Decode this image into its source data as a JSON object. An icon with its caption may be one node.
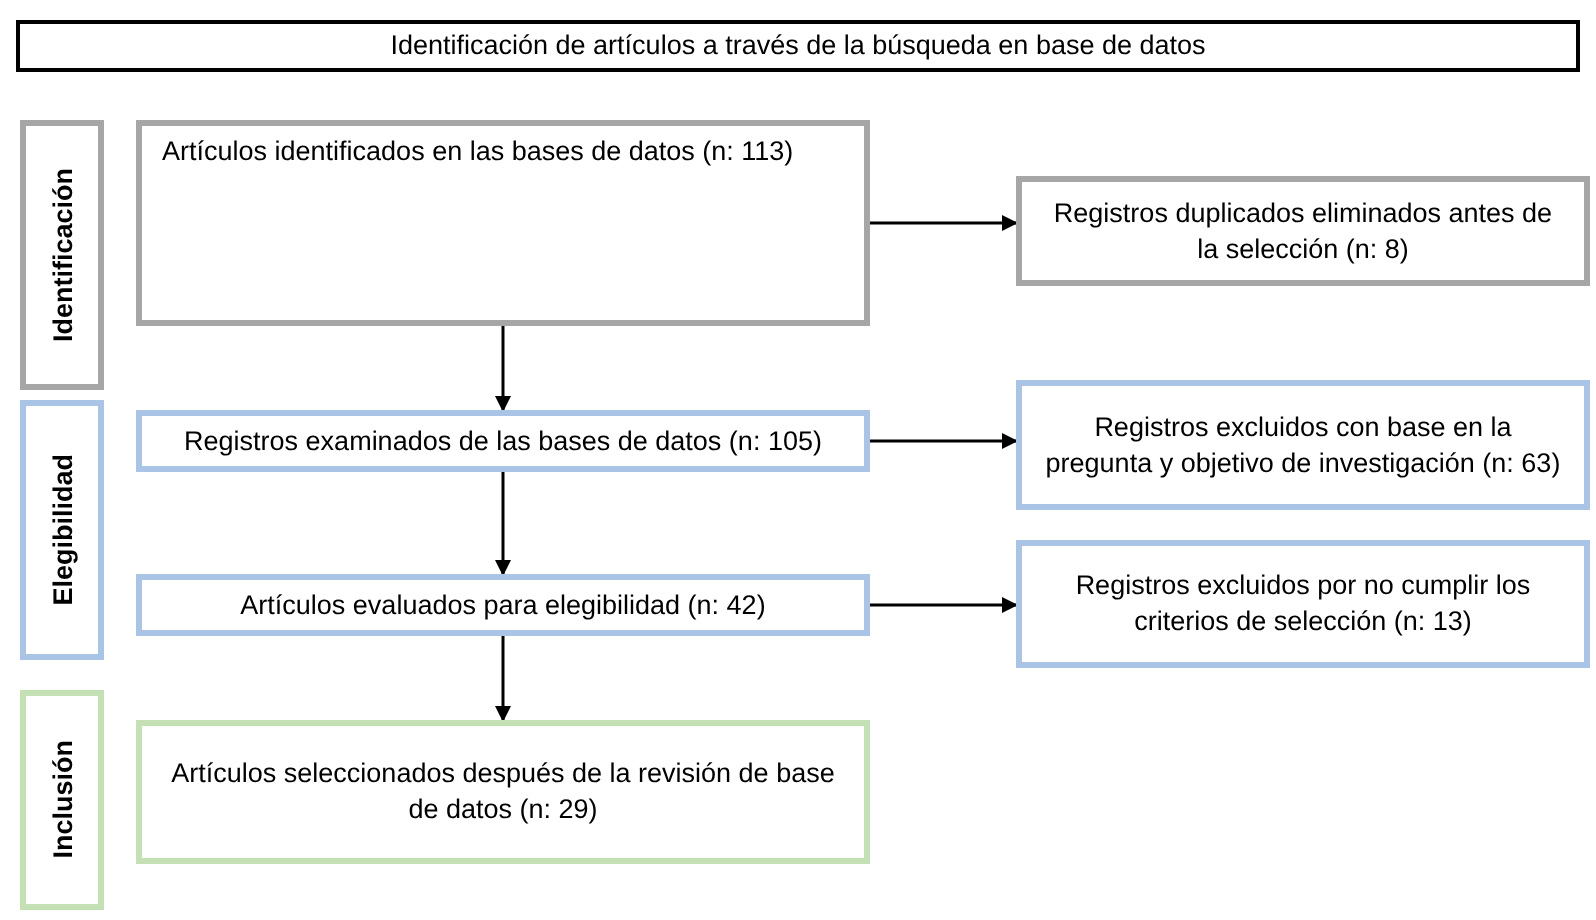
{
  "diagram": {
    "nodes": [
      {
        "text": [
          "Identificación de artículos a través de la búsqueda en base de datos"
        ]
      },
      {
        "text": [
          "Identificación"
        ]
      },
      {
        "text": [
          "Elegibilidad"
        ]
      },
      {
        "text": [
          "Inclusión"
        ]
      },
      {
        "text": [
          "Artículos identificados en las bases de datos (n: 113)"
        ]
      },
      {
        "text": [
          "Registros duplicados eliminados antes de la selección (n: 8)"
        ]
      },
      {
        "text": [
          "Registros examinados de las bases de datos (n: 105)"
        ]
      },
      {
        "text": [
          "Registros excluidos con base en la pregunta y objetivo de investigación (n: 63)"
        ]
      },
      {
        "text": [
          "Artículos evaluados para elegibilidad (n: 42)"
        ]
      },
      {
        "text": [
          "Registros excluidos por no cumplir los criterios de selección (n: 13)"
        ]
      },
      {
        "text": [
          "Artículos seleccionados después de la revisión de base de datos (n: 29)"
        ]
      }
    ],
    "edges": [
      {
        "from": 4,
        "to": 5,
        "arrow": "to"
      },
      {
        "from": 4,
        "to": 6,
        "arrow": "to"
      },
      {
        "from": 6,
        "to": 7,
        "arrow": "to"
      },
      {
        "from": 6,
        "to": 8,
        "arrow": "to"
      },
      {
        "from": 8,
        "to": 9,
        "arrow": "to"
      },
      {
        "from": 8,
        "to": 10,
        "arrow": "to"
      }
    ]
  }
}
